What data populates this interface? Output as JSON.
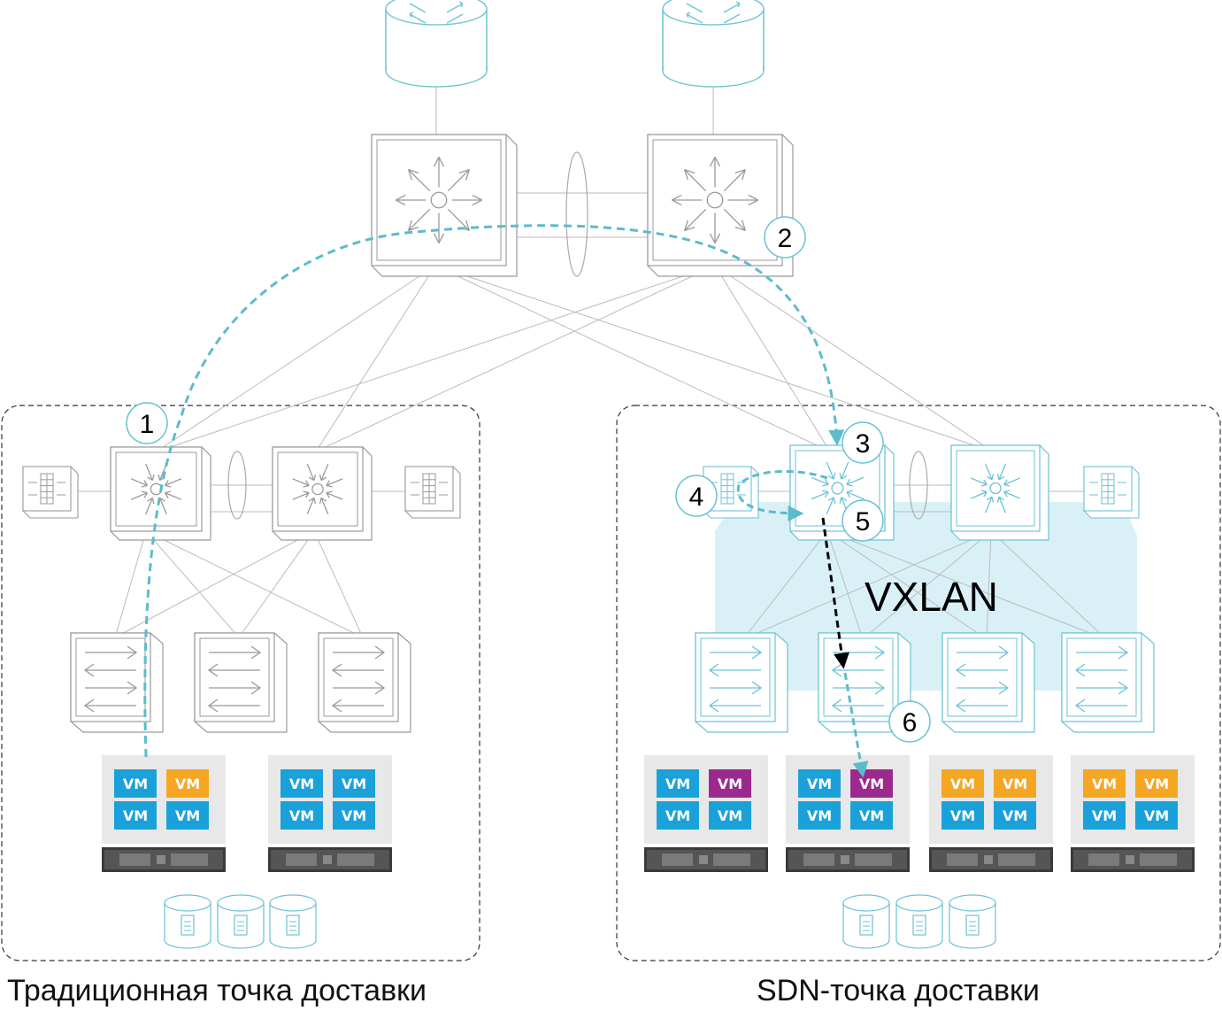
{
  "pods": {
    "left": {
      "title": "Традиционная точка доставки"
    },
    "right": {
      "title": "SDN-точка доставки"
    }
  },
  "overlay_label": "VXLAN",
  "vm_label": "VM",
  "steps": [
    "1",
    "2",
    "3",
    "4",
    "5",
    "6"
  ],
  "icons": {
    "router": "router-icon",
    "core_switch": "core-switch-icon",
    "aggregation_switch": "aggregation-switch-icon",
    "access_switch": "access-switch-icon",
    "firewall": "firewall-icon",
    "storage": "storage-icon",
    "server": "server-icon"
  },
  "colors": {
    "vm_blue": "#1ba1d9",
    "vm_orange": "#f5a623",
    "vm_purple": "#9c2a8e",
    "sdn_accent": "#6cc2d6",
    "vxlan_fill": "#d5eff5",
    "flow_path": "#5bbccc",
    "flow_vxlan": "#000000"
  },
  "servers": [
    {
      "pod": "left",
      "vms": [
        "blue",
        "orange",
        "blue",
        "blue"
      ]
    },
    {
      "pod": "left",
      "vms": [
        "blue",
        "blue",
        "blue",
        "blue"
      ]
    },
    {
      "pod": "right",
      "vms": [
        "blue",
        "purple",
        "blue",
        "blue"
      ]
    },
    {
      "pod": "right",
      "vms": [
        "blue",
        "purple",
        "blue",
        "blue"
      ]
    },
    {
      "pod": "right",
      "vms": [
        "orange",
        "orange",
        "blue",
        "blue"
      ]
    },
    {
      "pod": "right",
      "vms": [
        "orange",
        "orange",
        "blue",
        "blue"
      ]
    }
  ]
}
